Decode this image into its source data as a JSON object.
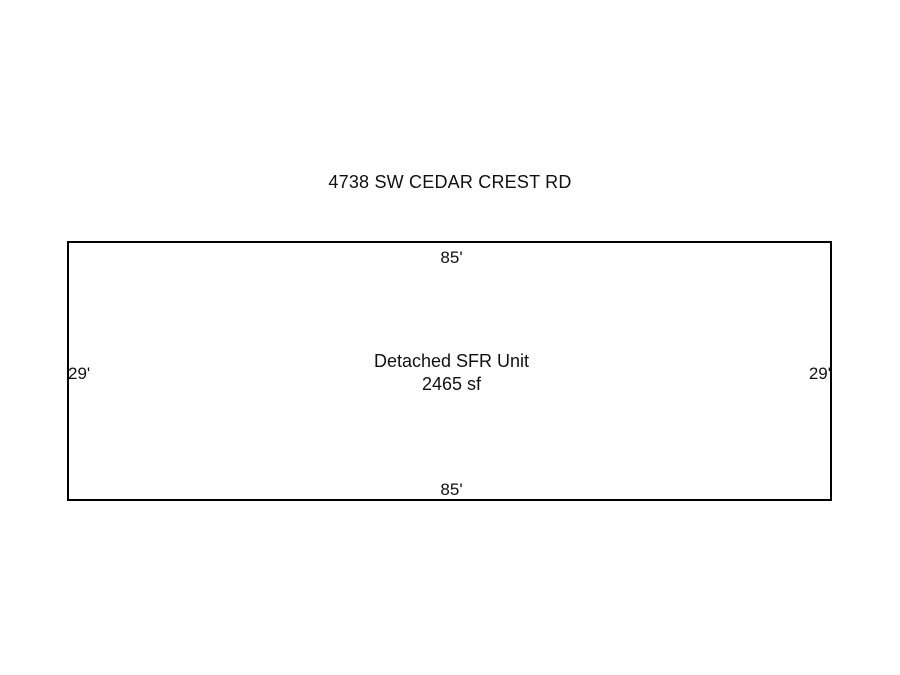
{
  "address": "4738 SW CEDAR CREST RD",
  "footprint": {
    "top_dimension": "85'",
    "bottom_dimension": "85'",
    "left_dimension": "29'",
    "right_dimension": "29'",
    "unit_type": "Detached SFR Unit",
    "area": "2465 sf"
  },
  "colors": {
    "outline": "#000000",
    "text": "#111111",
    "background": "#ffffff"
  }
}
